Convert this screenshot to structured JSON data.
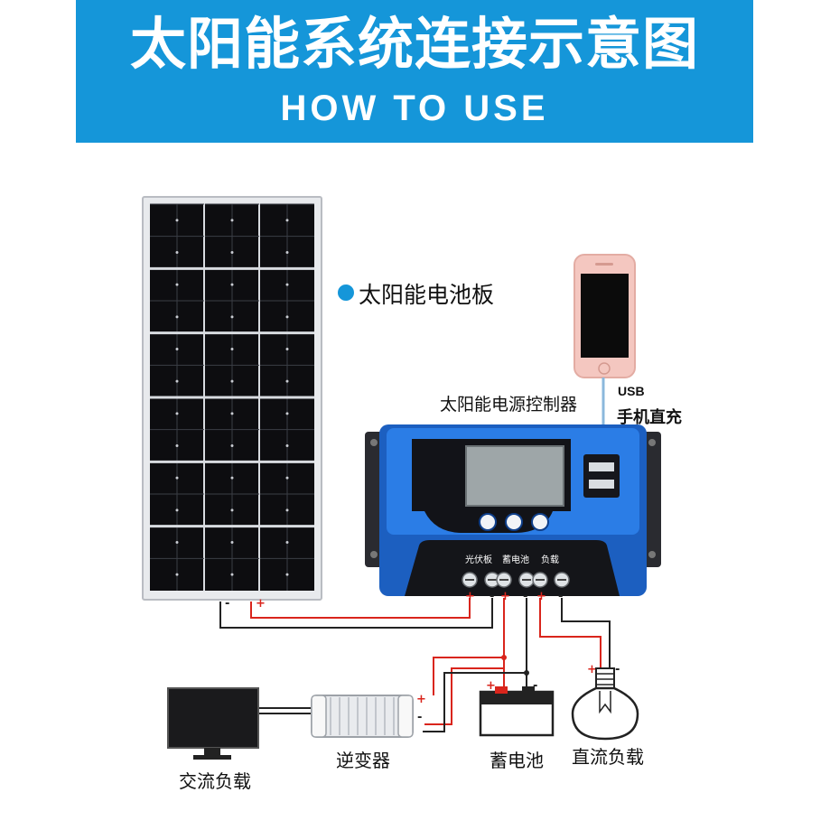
{
  "header": {
    "title": "太阳能系统连接示意图",
    "subtitle": "HOW TO USE"
  },
  "labels": {
    "solar_panel": "太阳能电池板",
    "controller": "太阳能电源控制器",
    "usb": "USB",
    "phone_charge": "手机直充",
    "pv_terminal": "光伏板",
    "battery_terminal": "蓄电池",
    "load_terminal": "负载",
    "inverter": "逆变器",
    "battery": "蓄电池",
    "dc_load": "直流负载",
    "ac_load": "交流负载"
  },
  "colors": {
    "banner": "#1596d9",
    "positive_wire": "#d9251c",
    "negative_wire": "#222222",
    "controller_body": "#1f6fd6",
    "bullet": "#1596d9"
  },
  "icons": {
    "bullet": "circle-bullet-icon",
    "buttons": [
      "menu-icon",
      "up-icon",
      "down-icon"
    ]
  }
}
